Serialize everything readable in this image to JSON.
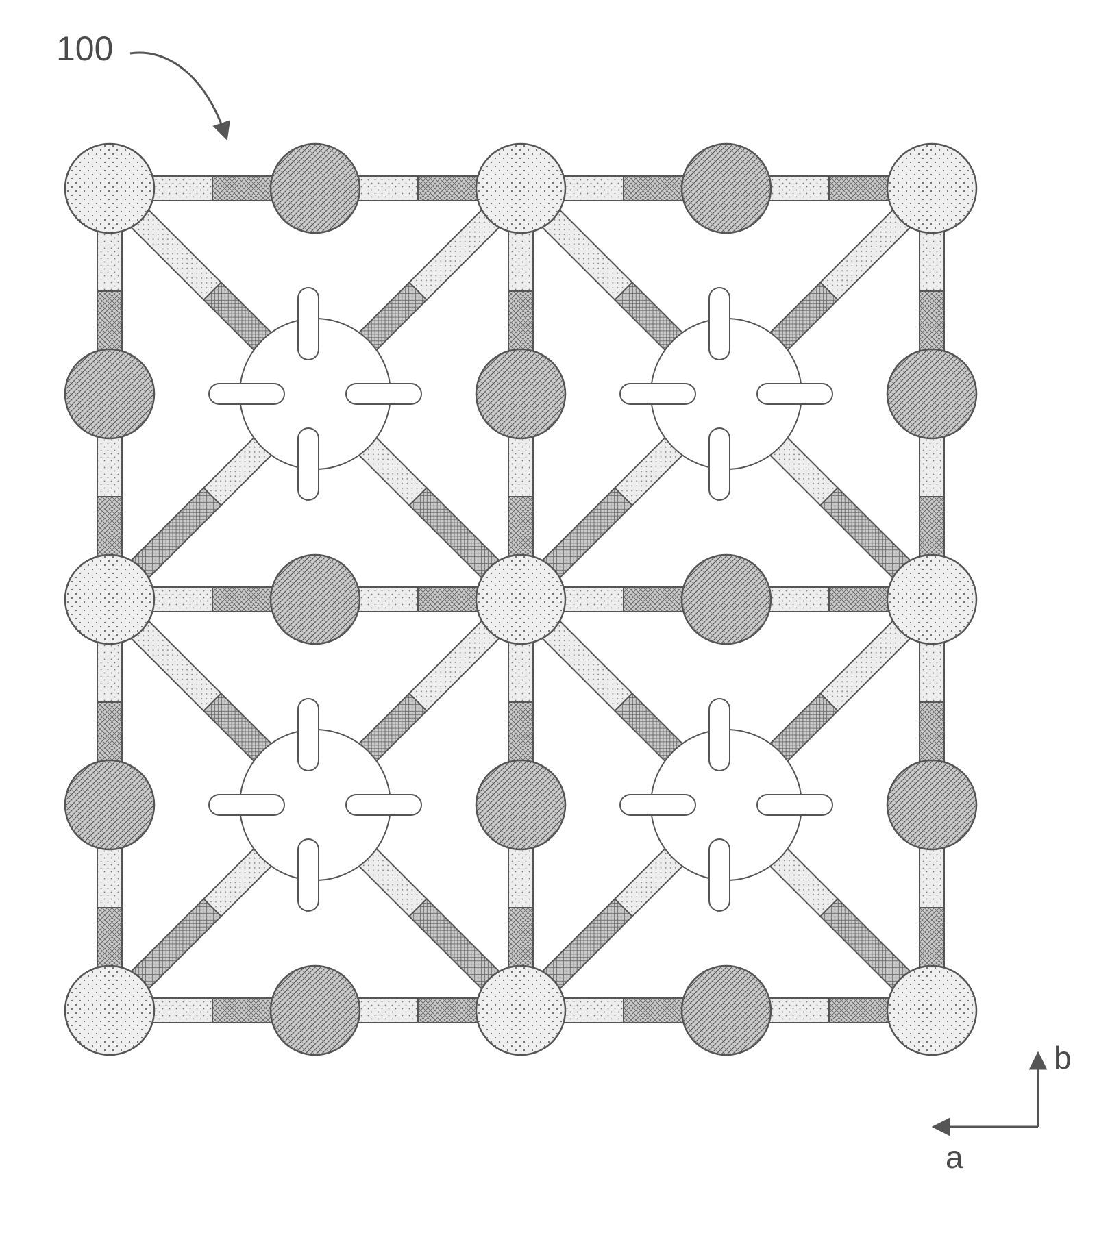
{
  "figure": {
    "reference_numeral": "100",
    "axis_labels": {
      "vertical": "b",
      "horizontal": "a"
    }
  },
  "lattice": {
    "grid_columns": 5,
    "grid_rows": 5,
    "nodes": [
      {
        "col": 0,
        "row": 0,
        "kind": "light"
      },
      {
        "col": 1,
        "row": 0,
        "kind": "dark"
      },
      {
        "col": 2,
        "row": 0,
        "kind": "light"
      },
      {
        "col": 3,
        "row": 0,
        "kind": "dark"
      },
      {
        "col": 4,
        "row": 0,
        "kind": "light"
      },
      {
        "col": 0,
        "row": 1,
        "kind": "dark"
      },
      {
        "col": 2,
        "row": 1,
        "kind": "dark"
      },
      {
        "col": 4,
        "row": 1,
        "kind": "dark"
      },
      {
        "col": 0,
        "row": 2,
        "kind": "light"
      },
      {
        "col": 1,
        "row": 2,
        "kind": "dark"
      },
      {
        "col": 2,
        "row": 2,
        "kind": "light"
      },
      {
        "col": 3,
        "row": 2,
        "kind": "dark"
      },
      {
        "col": 4,
        "row": 2,
        "kind": "light"
      },
      {
        "col": 0,
        "row": 3,
        "kind": "dark"
      },
      {
        "col": 2,
        "row": 3,
        "kind": "dark"
      },
      {
        "col": 4,
        "row": 3,
        "kind": "dark"
      },
      {
        "col": 0,
        "row": 4,
        "kind": "light"
      },
      {
        "col": 1,
        "row": 4,
        "kind": "dark"
      },
      {
        "col": 2,
        "row": 4,
        "kind": "light"
      },
      {
        "col": 3,
        "row": 4,
        "kind": "dark"
      },
      {
        "col": 4,
        "row": 4,
        "kind": "light"
      }
    ],
    "vacancies": [
      {
        "col": 1,
        "row": 1
      },
      {
        "col": 3,
        "row": 1
      },
      {
        "col": 1,
        "row": 3
      },
      {
        "col": 3,
        "row": 3
      }
    ]
  },
  "colors": {
    "line": "#555555",
    "light_fill": "#eeeeee",
    "dark_fill": "#c4c4c4",
    "bond_light": "#e6e6e6",
    "bond_dark": "#bdbdbd",
    "vacancy_fill": "#ffffff"
  }
}
